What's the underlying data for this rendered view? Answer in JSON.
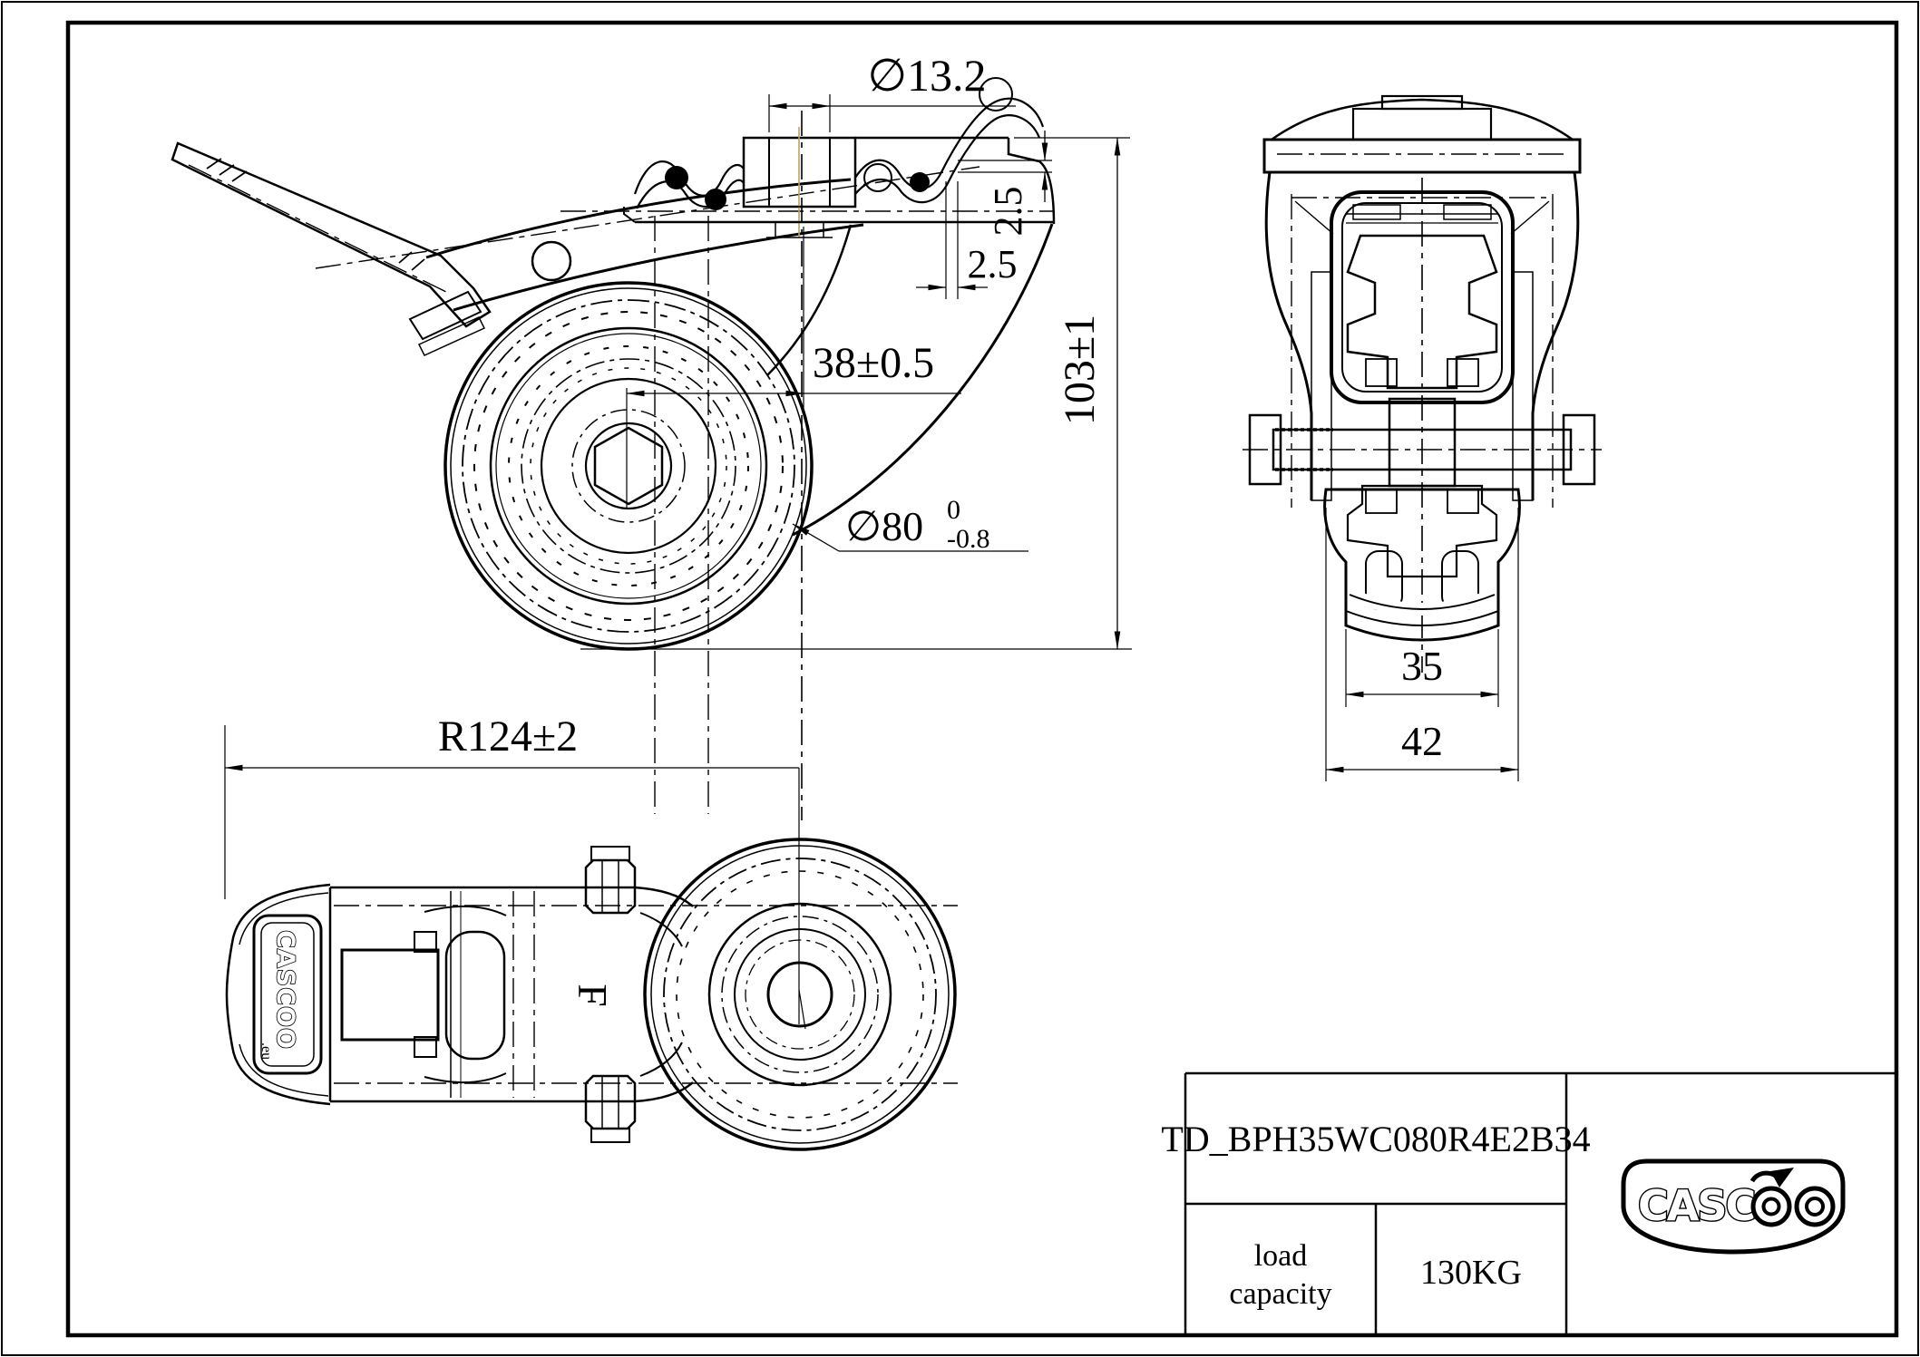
{
  "colors": {
    "ink": "#000000",
    "background": "#ffffff",
    "stem_centerline": "#b9a15e"
  },
  "dimensions": {
    "bore_dia": {
      "symbol": "∅",
      "value": "13.2"
    },
    "plate_gap_vertical": "2.5",
    "plate_gap_horizontal": "2.5",
    "axle_offset": "38±0.5",
    "overall_height": "103±1",
    "wheel_dia": {
      "symbol": "∅",
      "value": "80",
      "tol_upper": "0",
      "tol_lower": "-0.8"
    },
    "tread_width": "35",
    "overall_width": "42",
    "swivel_radius": "R124±2"
  },
  "marks": {
    "forge_mark": "F",
    "pedal_brand": "CASCOO",
    "pedal_brand_suffix": ".eu"
  },
  "title_block": {
    "part_number": "TD_BPH35WC080R4E2B34",
    "load_capacity_label_line1": "load",
    "load_capacity_label_line2": "capacity",
    "load_capacity_value": "130KG",
    "logo_text": "CASC"
  }
}
